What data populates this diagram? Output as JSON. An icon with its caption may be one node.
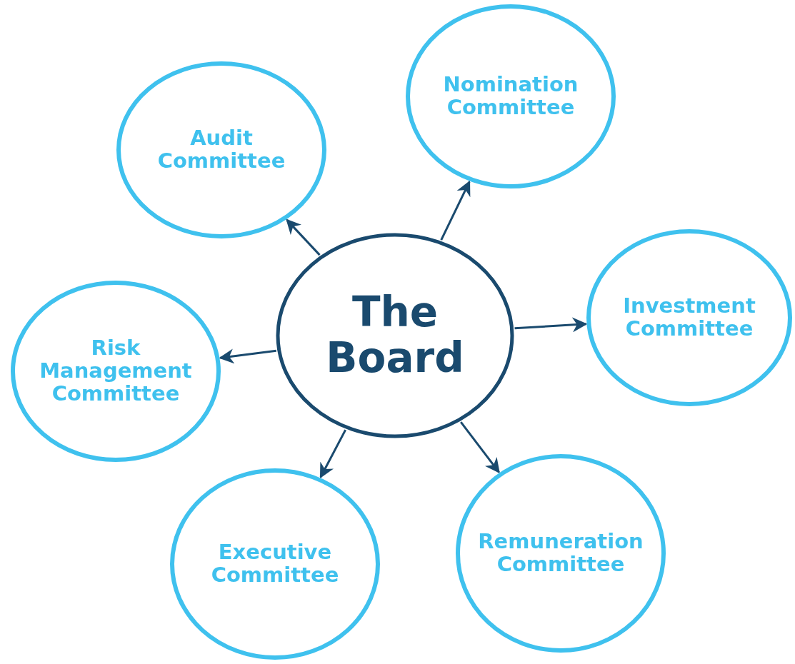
{
  "diagram": {
    "nodes": [
      {
        "text": [
          "Audit Committee"
        ]
      },
      {
        "text": [
          "Nomination Committee"
        ]
      },
      {
        "text": [
          "Risk Management Committee"
        ]
      },
      {
        "text": [
          "The Board"
        ]
      },
      {
        "text": [
          "Investment Committee"
        ]
      },
      {
        "text": [
          "Executive Committee"
        ]
      },
      {
        "text": [
          "Remuneration Committee"
        ]
      }
    ],
    "edges": [
      {
        "from": 3,
        "to": 0,
        "arrow": "to"
      },
      {
        "from": 3,
        "to": 1,
        "arrow": "to"
      },
      {
        "from": 3,
        "to": 2,
        "arrow": "to"
      },
      {
        "from": 3,
        "to": 4,
        "arrow": "to"
      },
      {
        "from": 3,
        "to": 5,
        "arrow": "to"
      },
      {
        "from": 3,
        "to": 6,
        "arrow": "to"
      }
    ]
  }
}
